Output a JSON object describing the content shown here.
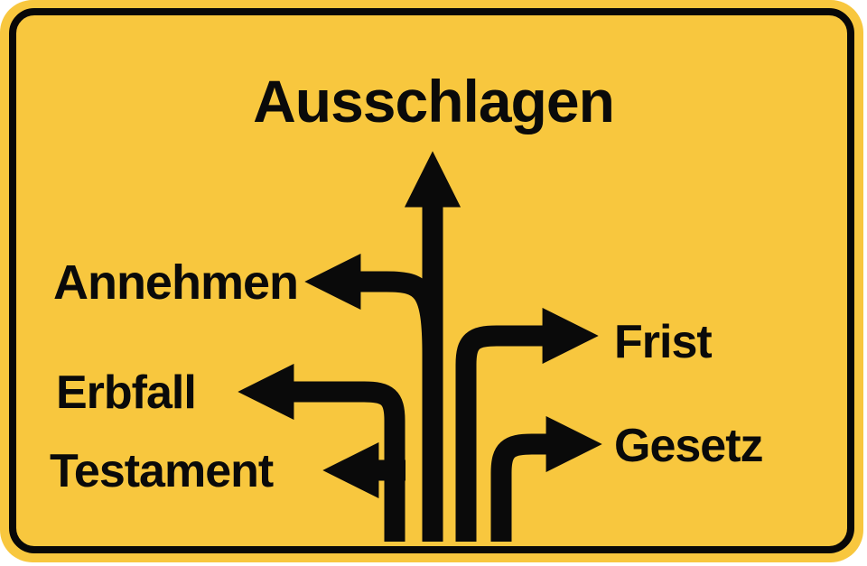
{
  "sign": {
    "type": "signpost-diagram",
    "title": "Ausschlagen",
    "colors": {
      "sign_background": "#f8c73e",
      "border": "#080808",
      "arrows_and_text": "#0a0a0a",
      "outer_background": "#ffffff"
    },
    "branches": [
      {
        "label": "Ausschlagen",
        "direction": "up"
      },
      {
        "label": "Annehmen",
        "direction": "left"
      },
      {
        "label": "Frist",
        "direction": "right"
      },
      {
        "label": "Erbfall",
        "direction": "left"
      },
      {
        "label": "Testament",
        "direction": "left"
      },
      {
        "label": "Gesetz",
        "direction": "right"
      }
    ]
  }
}
